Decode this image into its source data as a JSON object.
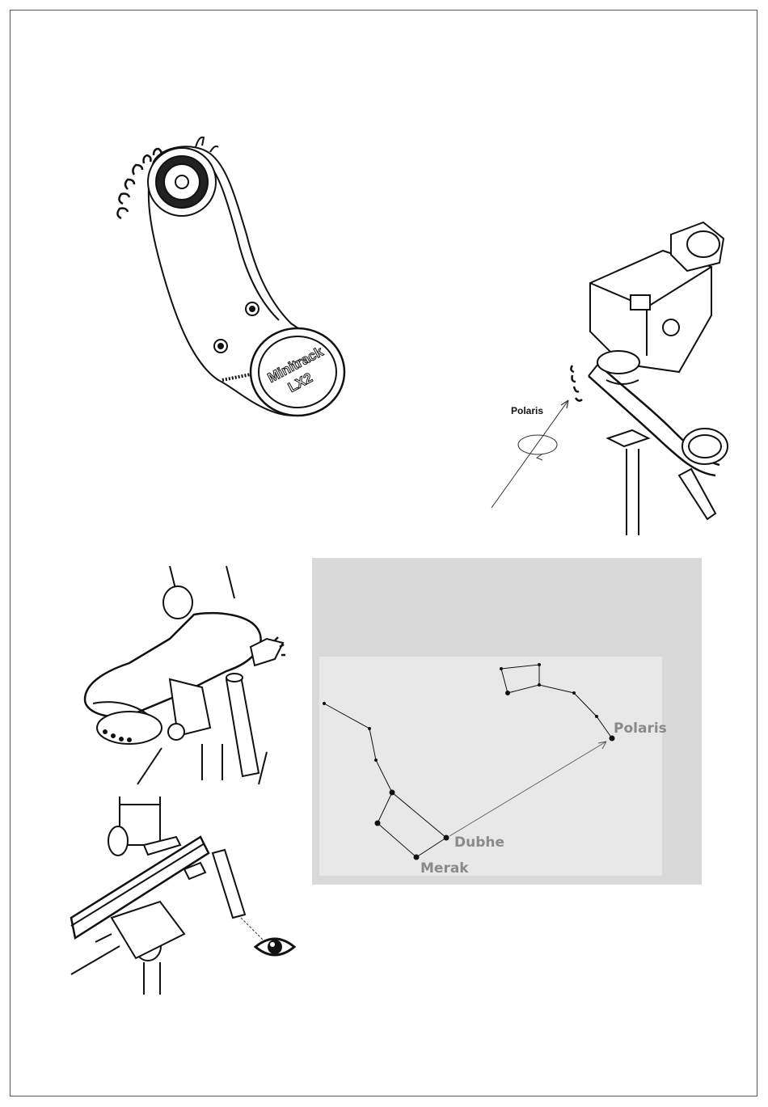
{
  "tracker": {
    "brand_line1": "Minitrack",
    "brand_line2": "LX2"
  },
  "polar_setup": {
    "polaris_label": "Polaris"
  },
  "star_chart": {
    "polaris_label": "Polaris",
    "dubhe_label": "Dubhe",
    "merak_label": "Merak"
  },
  "icons": {
    "eye": "eye-icon",
    "rotation": "rotation-arrow-icon"
  },
  "colors": {
    "chart_bg_outer": "#d9d9d9",
    "chart_bg_inner": "#e8e8e8",
    "star_label": "#8a8a8a"
  }
}
